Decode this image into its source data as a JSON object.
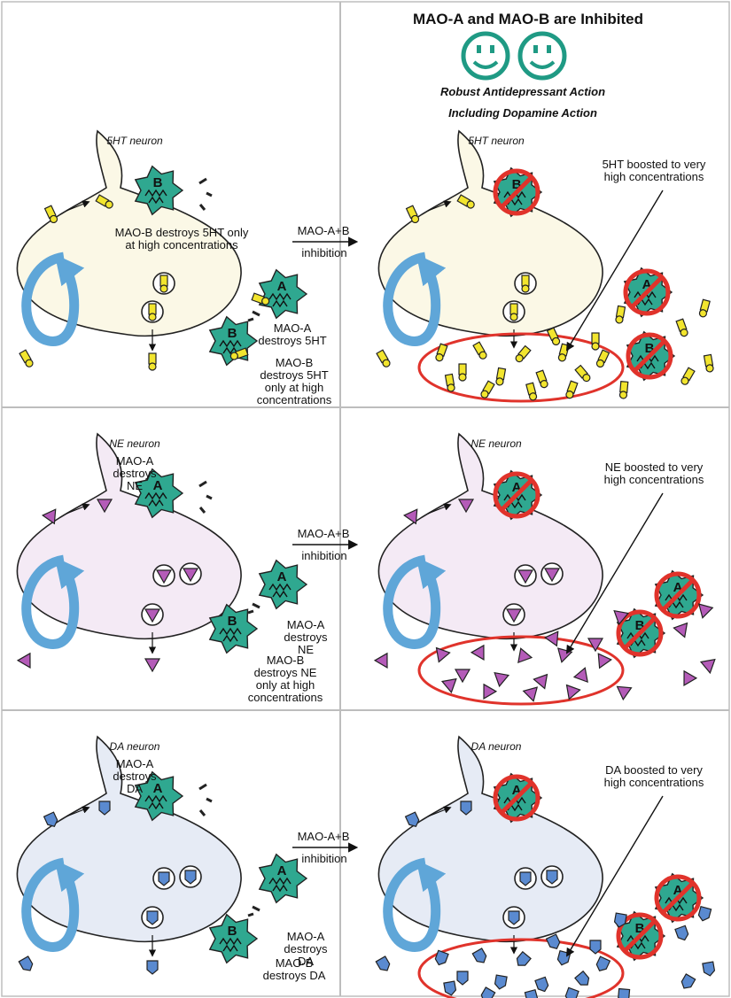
{
  "header": {
    "title": "MAO-A and MAO-B are Inhibited",
    "subtitle_line1": "Robust Antidepressant Action",
    "subtitle_line2": "Including Dopamine Action"
  },
  "arrow_label_line1": "MAO-A+B",
  "arrow_label_line2": "inhibition",
  "enzyme_letters": {
    "a": "A",
    "b": "B"
  },
  "colors": {
    "panel_5ht": "#fbf8e6",
    "panel_ne": "#f4eaf5",
    "panel_da": "#e6ebf5",
    "enzyme": "#2fa890",
    "cycle_arrow": "#5fa6d8",
    "no_symbol": "#e0332b",
    "ht_molecule": "#f2e52e",
    "ne_molecule": "#b45bb8",
    "da_molecule": "#5a8ad0",
    "smiley": "#1f9a84"
  },
  "rows": [
    {
      "key": "5ht",
      "neuron_label": "5HT neuron",
      "left_notes": [
        [
          "MAO-B destroys 5HT only",
          "at high concentrations"
        ],
        [
          "MAO-A",
          "destroys 5HT"
        ],
        [
          "MAO-B",
          "destroys 5HT",
          "only at high",
          "concentrations"
        ]
      ],
      "boost_note": [
        "5HT boosted to very",
        "high concentrations"
      ]
    },
    {
      "key": "ne",
      "neuron_label": "NE neuron",
      "left_notes": [
        [
          "MAO-A",
          "destroys",
          "NE"
        ],
        [
          "MAO-A",
          "destroys",
          "NE"
        ],
        [
          "MAO-B",
          "destroys NE",
          "only at high",
          "concentrations"
        ]
      ],
      "boost_note": [
        "NE boosted to very",
        "high concentrations"
      ]
    },
    {
      "key": "da",
      "neuron_label": "DA neuron",
      "left_notes": [
        [
          "MAO-A",
          "destroys",
          "DA"
        ],
        [
          "MAO-A",
          "destroys",
          "DA"
        ],
        [
          "MAO-B",
          "destroys DA"
        ]
      ],
      "boost_note": [
        "DA boosted to very",
        "high concentrations"
      ]
    }
  ]
}
